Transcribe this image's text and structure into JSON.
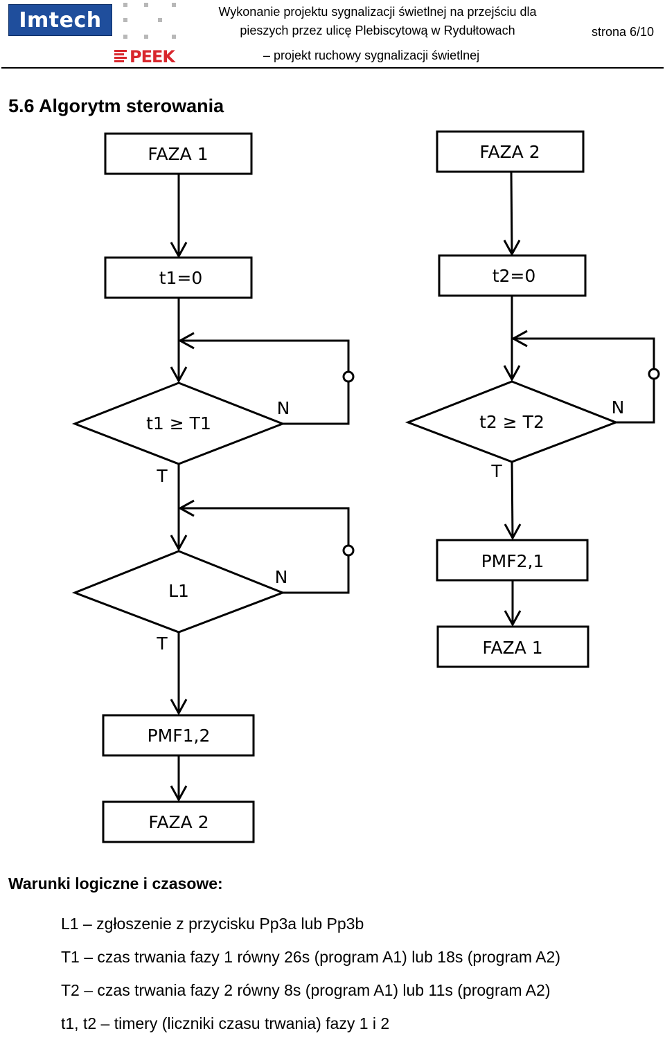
{
  "header": {
    "title_line1": "Wykonanie projektu sygnalizacji świetlnej na przejściu dla",
    "title_line2": "pieszych przez ulicę Plebiscytową w Rydułtowach",
    "subtitle": "– projekt ruchowy sygnalizacji świetlnej",
    "page": "strona 6/10",
    "logo_main": "Imtech",
    "logo_secondary": "PEEK"
  },
  "section": {
    "title": "5.6   Algorytm sterowania"
  },
  "flowchart": {
    "left": {
      "start": "FAZA 1",
      "init": "t1=0",
      "decision1": "t1 ≥ T1",
      "decision1_no": "N",
      "decision1_yes": "T",
      "decision2": "L1",
      "decision2_no": "N",
      "decision2_yes": "T",
      "transition": "PMF1,2",
      "end": "FAZA 2"
    },
    "right": {
      "start": "FAZA 2",
      "init": "t2=0",
      "decision1": "t2 ≥ T2",
      "decision1_no": "N",
      "decision1_yes": "T",
      "transition": "PMF2,1",
      "end": "FAZA 1"
    }
  },
  "conditions": {
    "title": "Warunki logiczne i czasowe:",
    "items": [
      "L1 – zgłoszenie z przycisku Pp3a lub Pp3b",
      "T1 – czas trwania fazy 1 równy 26s (program A1) lub 18s (program A2)",
      "T2 – czas trwania fazy 2 równy 8s (program A1) lub 11s (program A2)",
      "t1, t2 – timery (liczniki czasu trwania) fazy 1 i 2"
    ]
  }
}
